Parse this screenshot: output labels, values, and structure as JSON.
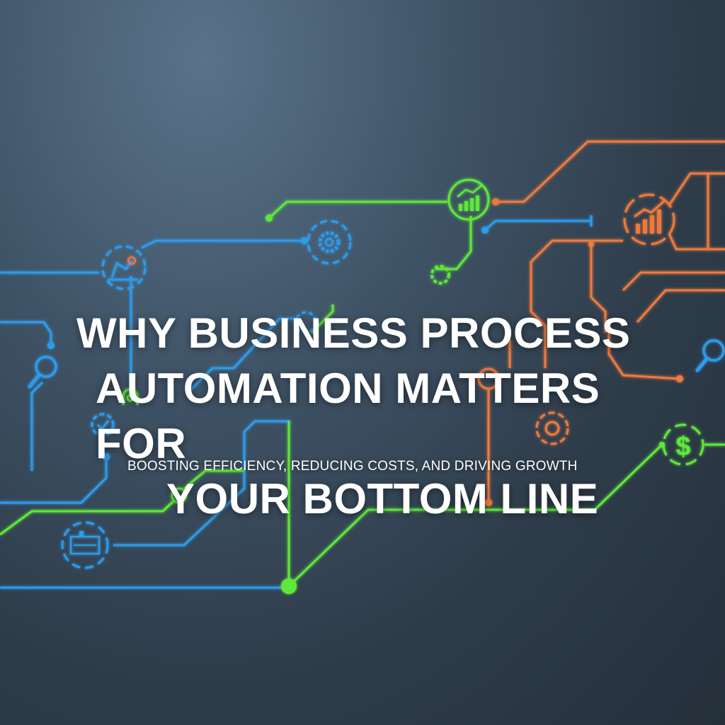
{
  "headline": {
    "line1": "WHY BUSINESS PROCESS",
    "line2": "AUTOMATION MATTERS FOR",
    "line3": "YOUR BOTTOM LINE"
  },
  "subheadline": "BOOSTING EFFICIENCY, REDUCING COSTS, AND DRIVING GROWTH",
  "colors": {
    "background": "#2f3d4b",
    "blue_trace": "#2f9bea",
    "green_trace": "#5fe83a",
    "orange_trace": "#ef7a3c",
    "text": "#ffffff"
  },
  "icons": [
    "gear-icon",
    "bar-chart-up-icon",
    "magnifier-icon",
    "dollar-icon",
    "checkmark-badge-icon",
    "lock-icon",
    "target-icon",
    "factory-icon",
    "robot-arm-icon"
  ]
}
